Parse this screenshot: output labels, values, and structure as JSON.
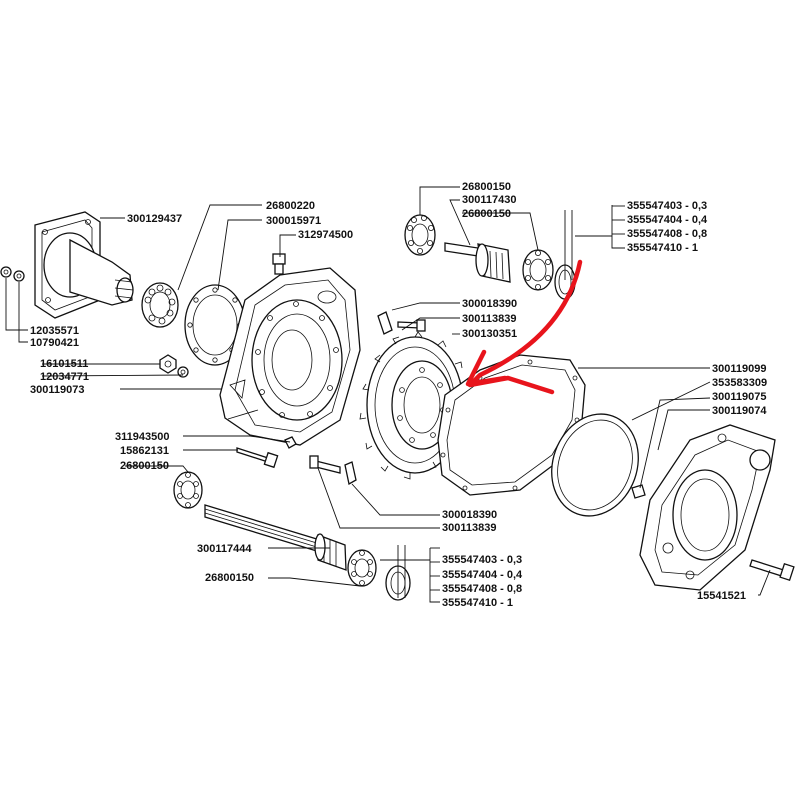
{
  "labels": {
    "l01": "300129437",
    "l02": "26800220",
    "l03": "300015971",
    "l04": "312974500",
    "l05": "12035571",
    "l06": "10790421",
    "l07": "16101511",
    "l08": "12034771",
    "l09": "300119073",
    "l10": "26800150",
    "l11": "300117430",
    "l12": "26800150",
    "l13": "355547403 - 0,3",
    "l14": "355547404 - 0,4",
    "l15": "355547408 - 0,8",
    "l16": "355547410 - 1",
    "l17": "300018390",
    "l18": "300113839",
    "l19": "300130351",
    "l20": "300119099",
    "l21": "353583309",
    "l22": "300119075",
    "l23": "300119074",
    "l24": "311943500",
    "l25": "15862131",
    "l26": "26800150",
    "l27": "300018390",
    "l28": "300113839",
    "l29": "300117444",
    "l30": "26800150",
    "l31": "355547403 - 0,3",
    "l32": "355547404 - 0,4",
    "l33": "355547408 - 0,8",
    "l34": "355547410 - 1",
    "l35": "15541521"
  },
  "colors": {
    "ink": "#111111",
    "highlight_arrow": "#e8141c",
    "background": "#ffffff"
  }
}
